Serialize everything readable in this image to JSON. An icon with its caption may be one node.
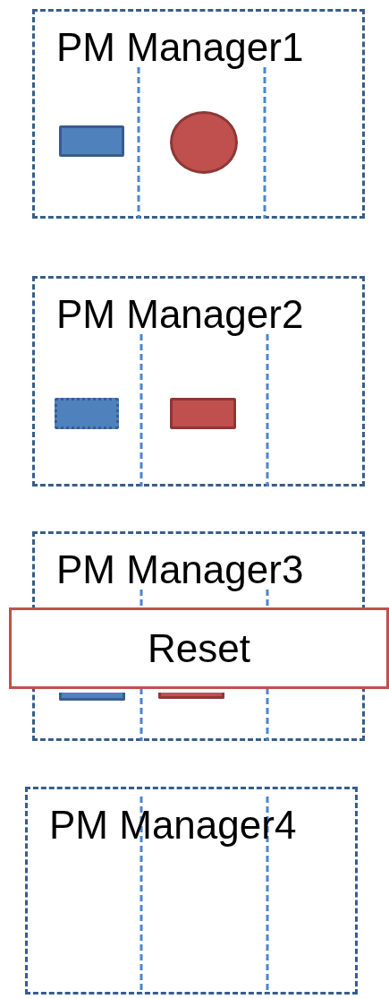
{
  "diagram": {
    "nodes": [
      {
        "text": [
          "PM Manager1"
        ]
      },
      {
        "text": [],
        "shape": "box",
        "in": 0
      },
      {
        "text": [],
        "shape": "circle",
        "in": 0
      },
      {
        "text": [
          "PM Manager2"
        ]
      },
      {
        "text": [],
        "shape": "box",
        "in": 3
      },
      {
        "text": [],
        "shape": "box",
        "in": 3
      },
      {
        "text": [
          "PM Manager3"
        ]
      },
      {
        "text": [],
        "shape": "box",
        "in": 6
      },
      {
        "text": [],
        "shape": "box",
        "in": 6
      },
      {
        "text": [
          "Reset"
        ]
      },
      {
        "text": [
          "PM Manager4"
        ]
      }
    ]
  }
}
